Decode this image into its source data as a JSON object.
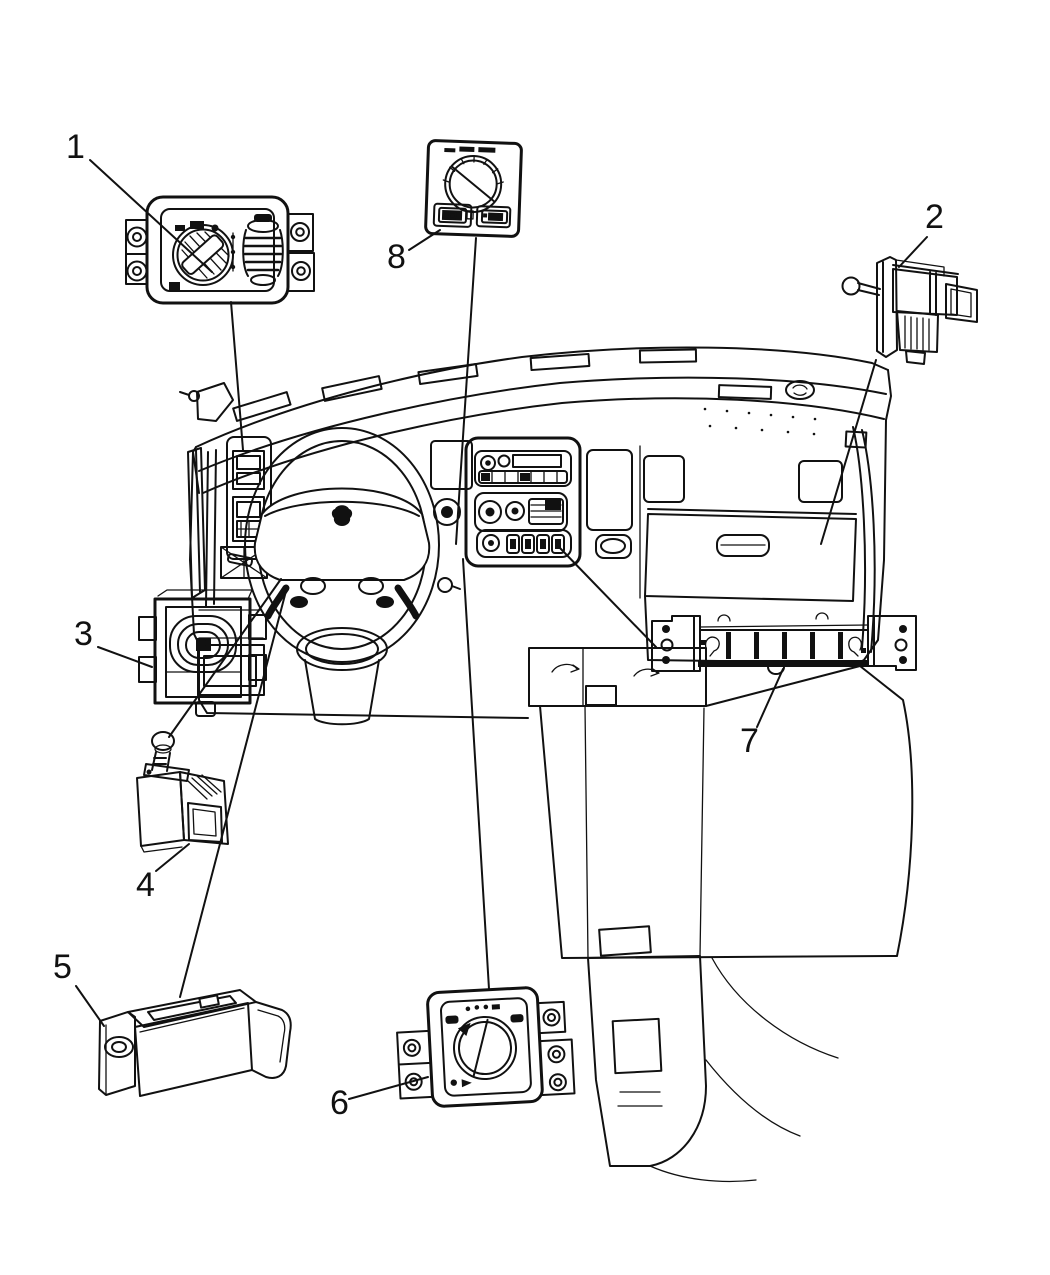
{
  "diagram": {
    "background_color": "#ffffff",
    "line_color": "#111111"
  },
  "callouts": [
    {
      "number": "1",
      "part": "headlamp-switch-module"
    },
    {
      "number": "2",
      "part": "plunger-switch"
    },
    {
      "number": "3",
      "part": "instrument-panel-switch"
    },
    {
      "number": "4",
      "part": "brake-lamp-switch"
    },
    {
      "number": "5",
      "part": "bracket-mounted-switch-module"
    },
    {
      "number": "6",
      "part": "headlamp-rotary-switch"
    },
    {
      "number": "7",
      "part": "switch-bank"
    },
    {
      "number": "8",
      "part": "transfer-case-dial-switch"
    }
  ]
}
